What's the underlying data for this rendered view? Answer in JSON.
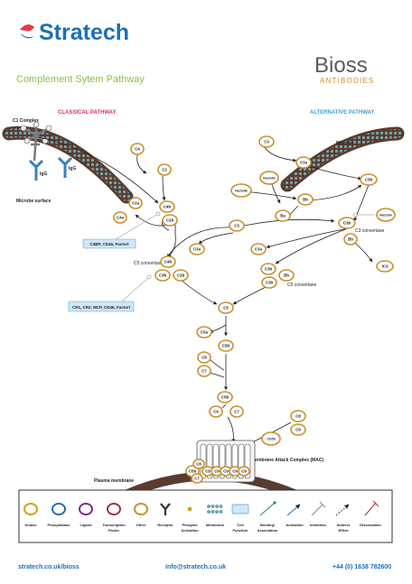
{
  "header": {
    "brand": "Stratech",
    "partner_logo": {
      "top": "Bioss",
      "bottom": "ANTIBODIES"
    }
  },
  "title": "Complement Sytem Pathway",
  "labels": {
    "classical_pathway": "CLASSICAL PATHWAY",
    "alternative_pathway": "ALTERNATIVE PATHWAY",
    "c1_complex": "C1 Complex",
    "microbe_surface": "Microbe surface",
    "microbe": "Microbe",
    "c3_convertase": "C3 convertase",
    "c5_convertase_left": "C5 convertase",
    "c5_convertase_right": "C5 convertase",
    "mac": "Membrane Attack Complex (MAC)",
    "plasma_membrane": "Plasma membrane",
    "regulator_1": "C4BP, CD46, FactorI",
    "regulator_2": "CR1, CR2, MCP, CD46, FactorI"
  },
  "nodes": {
    "igg1": "IgG",
    "igg2": "IgG",
    "c4": "C4",
    "c2": "C2",
    "c2a": "C2a",
    "c4a": "C4a",
    "c4b": "C4b",
    "c2b": "C2b",
    "c3": "C3",
    "c3a_left": "C3a",
    "c4b_c5": "C4b",
    "c3b_c5": "C3b",
    "c2b_c5": "C2b",
    "c3_alt": "C3",
    "c3a_alt": "C3a",
    "c3b_micro": "C3b",
    "factor_d": "FactorD",
    "factor_b": "FactorB",
    "bb_1": "Bb",
    "ba": "Ba",
    "c3b_alt": "C3b",
    "factor_h": "FactorH",
    "bb_2": "Bb",
    "iC3b": "iC3",
    "c3a_right": "C3a",
    "c3b_right1": "C3b",
    "bb_right": "Bb",
    "c3b_right2": "C3b",
    "c5": "C5",
    "c5a": "C5a",
    "c5b": "C5b",
    "c6": "C6",
    "c7": "C7",
    "c5b_2": "C5b",
    "c6_2": "C6",
    "c7_2": "C7",
    "c8": "C8",
    "c9": "C9",
    "cd59": "CD59",
    "mac_c5b": "C5b",
    "mac_c6": "C6",
    "mac_c7": "C7",
    "mac_c8": "C8",
    "mac_c9a": "C9",
    "mac_c9b": "C9",
    "mac_c9c": "C9",
    "mac_c9d": "C9"
  },
  "legend": [
    {
      "label": "Kinase",
      "icon": "kinase-icon"
    },
    {
      "label": "Phosphatase",
      "icon": "phosphatase-icon"
    },
    {
      "label": "Ligand",
      "icon": "ligand-icon"
    },
    {
      "label": "Transcription Factor",
      "icon": "transcription-factor-icon"
    },
    {
      "label": "Other",
      "icon": "other-icon"
    },
    {
      "label": "Receptor",
      "icon": "receptor-icon"
    },
    {
      "label": "Phospho Activation",
      "icon": "phospho-activation-icon"
    },
    {
      "label": "Membrane",
      "icon": "membrane-icon"
    },
    {
      "label": "Cell Function",
      "icon": "cell-function-icon"
    },
    {
      "label": "Binding/ Association",
      "icon": "binding-icon"
    },
    {
      "label": "Activation",
      "icon": "activation-icon"
    },
    {
      "label": "Inhibition",
      "icon": "inhibition-icon"
    },
    {
      "label": "Indirect Effect",
      "icon": "indirect-effect-icon"
    },
    {
      "label": "Dissociation",
      "icon": "dissociation-icon"
    }
  ],
  "footer": {
    "website": "stratech.co.uk/bioss",
    "email": "info@stratech.co.uk",
    "phone": "+44 (0) 1638 782600"
  },
  "colors": {
    "brand_blue": "#1f6fb5",
    "brand_red": "#e63946",
    "title_green": "#8cbf3f",
    "classical_pink": "#e6257a",
    "alternative_blue": "#3aa0d8",
    "node_stroke": "#c8902c",
    "membrane": "#5a3b2e"
  }
}
